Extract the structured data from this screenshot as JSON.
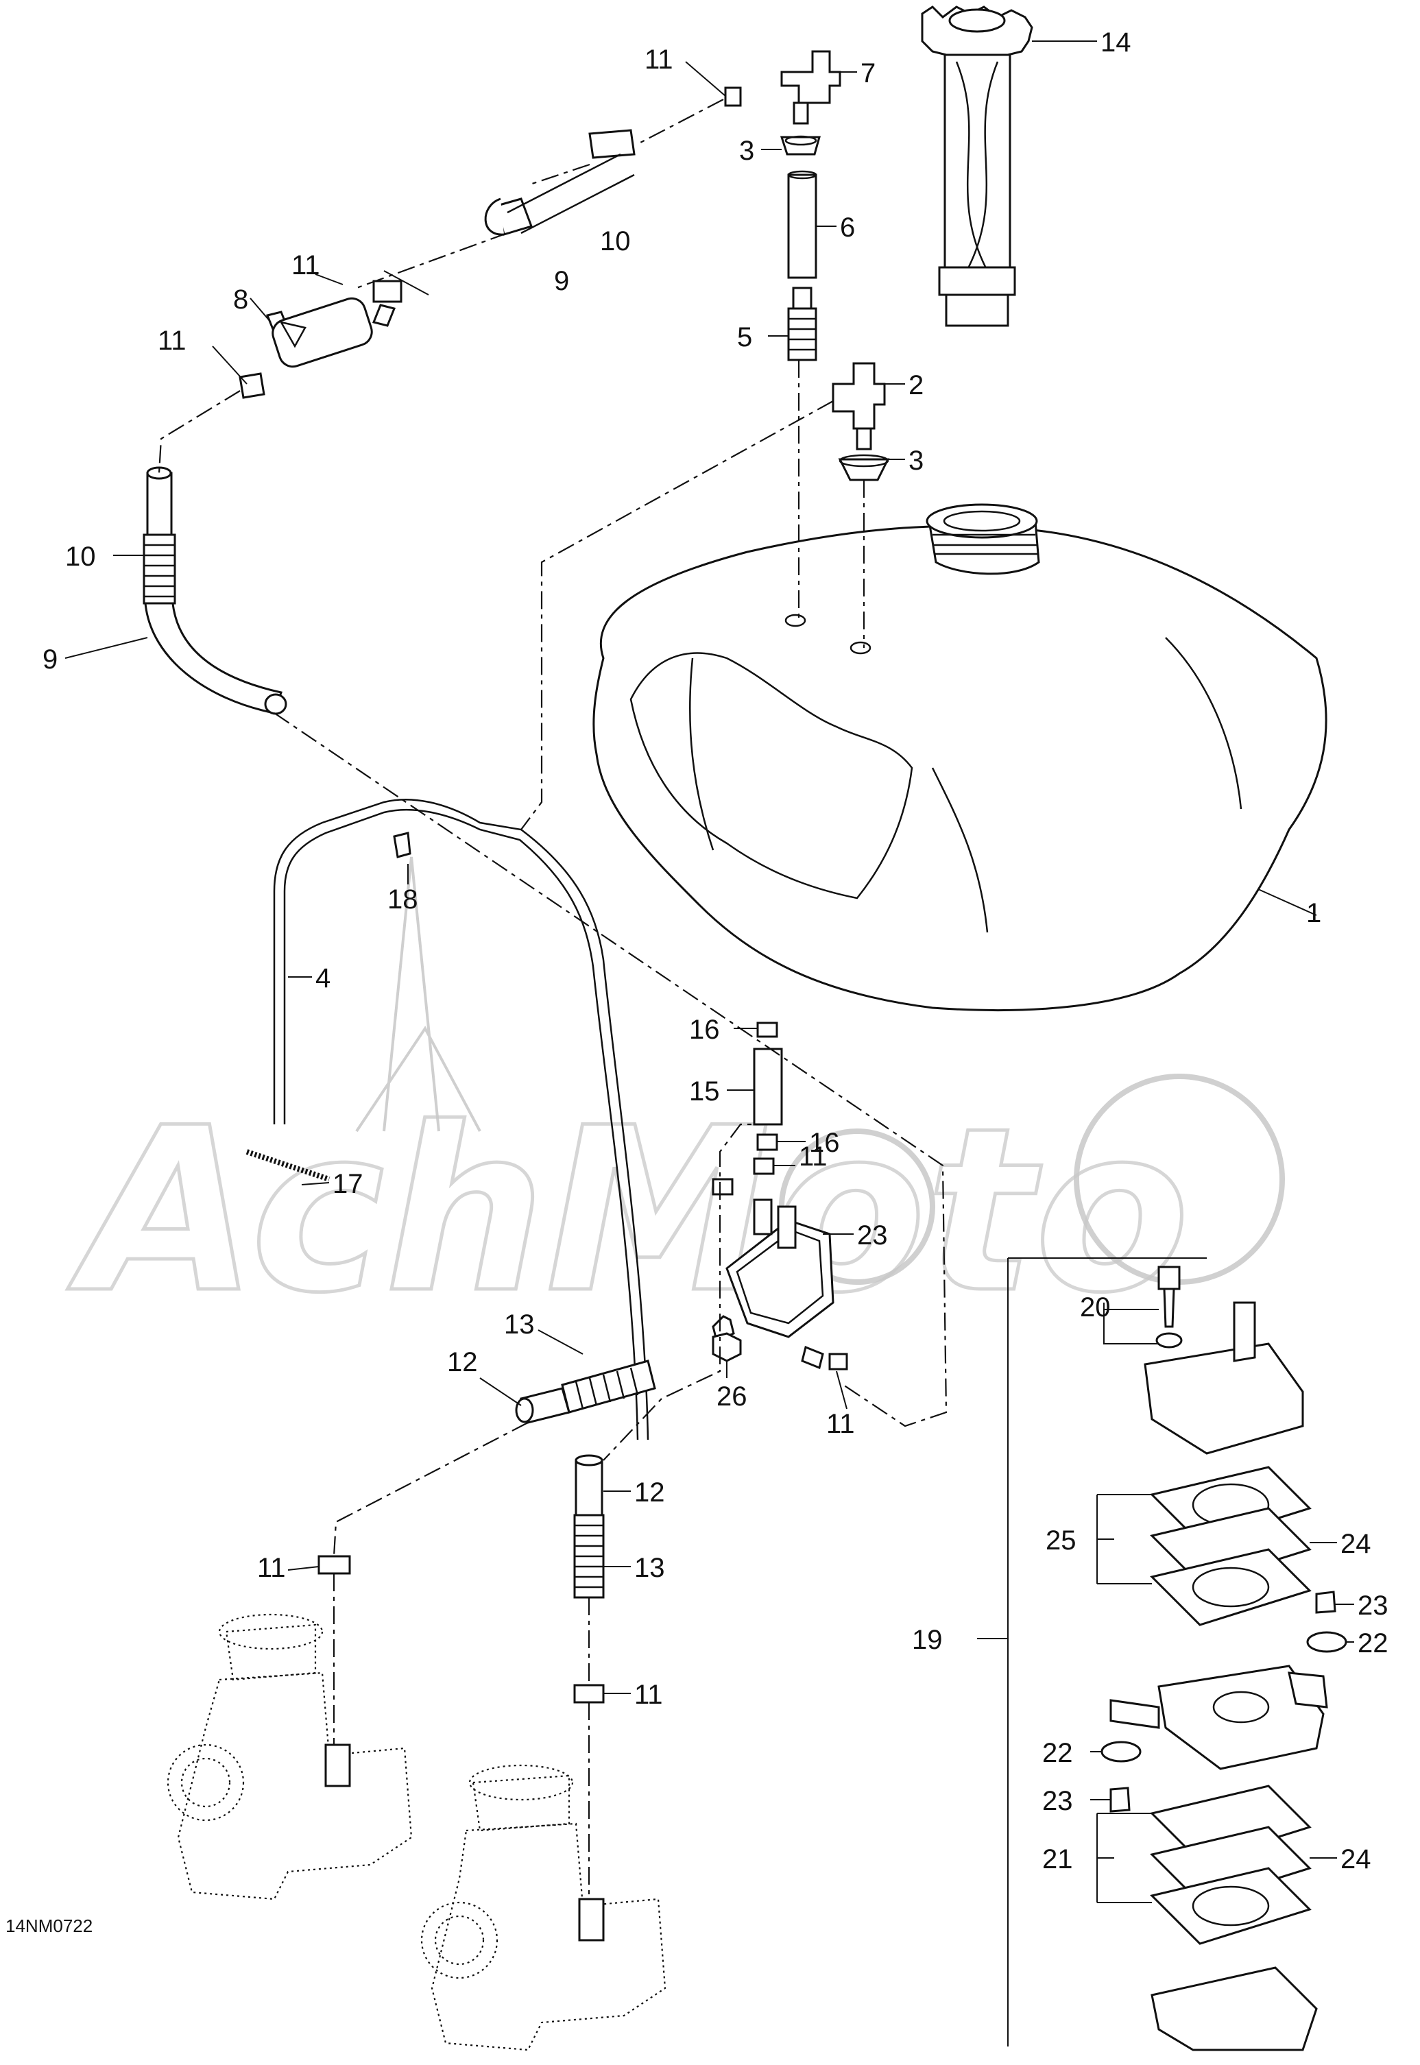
{
  "diagram_code": "14NM0722",
  "watermark": "AchMoto",
  "callouts": {
    "c1": "1",
    "c2": "2",
    "c3a": "3",
    "c3b": "3",
    "c4": "4",
    "c5": "5",
    "c6": "6",
    "c7": "7",
    "c8": "8",
    "c9a": "9",
    "c9b": "9",
    "c10a": "10",
    "c10b": "10",
    "c11a": "11",
    "c11b": "11",
    "c11c": "11",
    "c11d": "11",
    "c11e": "11",
    "c11f": "11",
    "c11g": "11",
    "c12a": "12",
    "c12b": "12",
    "c13a": "13",
    "c13b": "13",
    "c14": "14",
    "c15": "15",
    "c16a": "16",
    "c16b": "16",
    "c17": "17",
    "c18": "18",
    "c19": "19",
    "c20": "20",
    "c21": "21",
    "c22a": "22",
    "c22b": "22",
    "c23a": "23",
    "c23b": "23",
    "c23c": "23",
    "c24a": "24",
    "c24b": "24",
    "c25": "25",
    "c26": "26"
  }
}
